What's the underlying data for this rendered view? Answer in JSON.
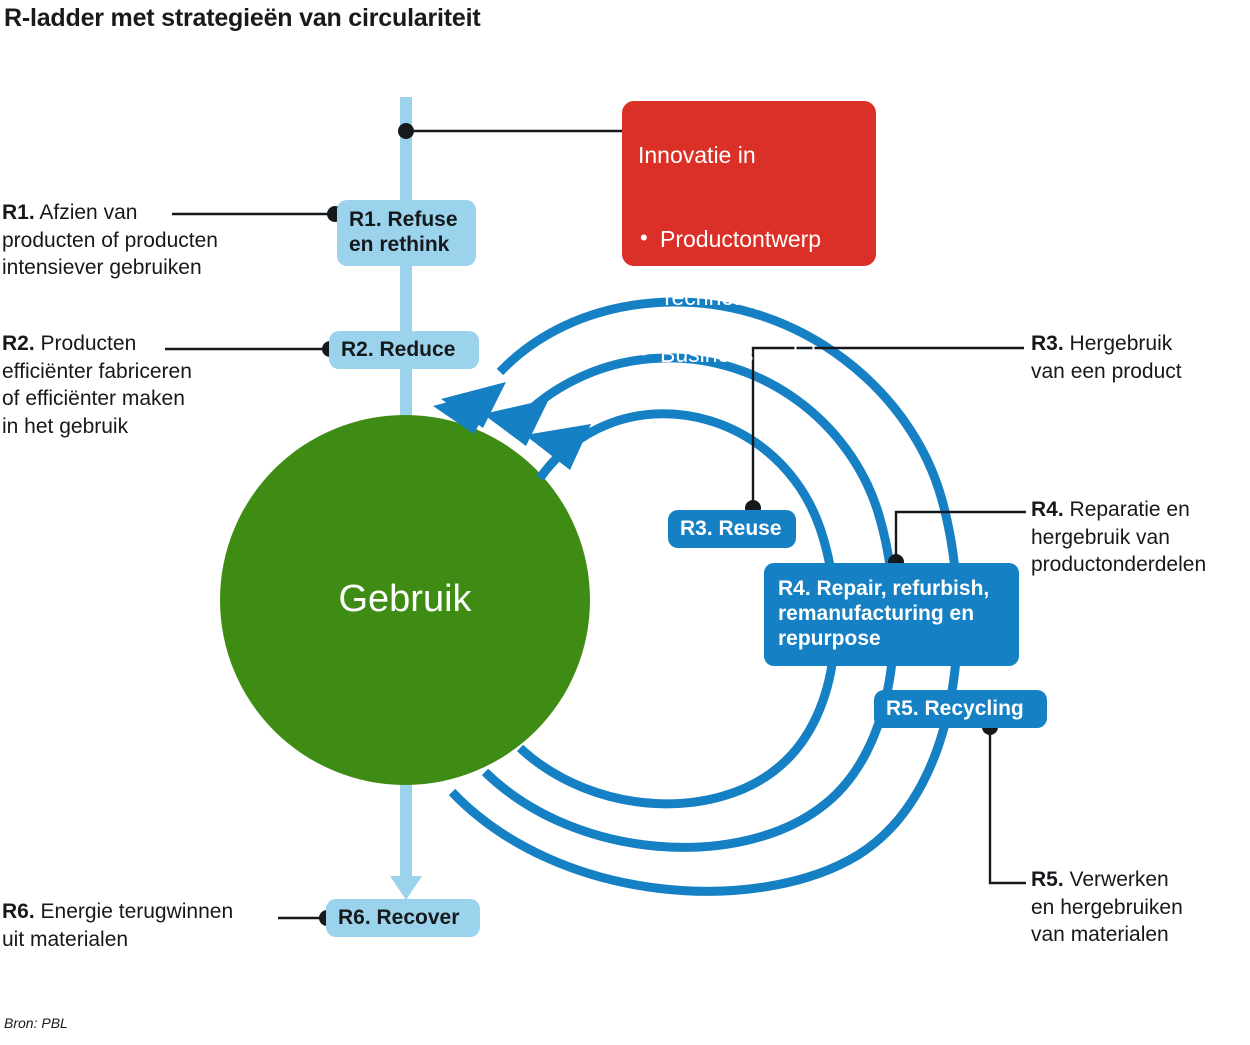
{
  "title": "R-ladder met strategieën van circulariteit",
  "source": "Bron: PBL",
  "colors": {
    "light_blue": "#9BD3EC",
    "dark_blue": "#1680C4",
    "green": "#3E8C14",
    "red": "#DB3027",
    "black": "#16191c"
  },
  "center": {
    "label": "Gebruik"
  },
  "innovation_box": {
    "heading": "Innovatie in",
    "items": [
      "Productontwerp",
      "Technologie",
      "Businessmodel"
    ]
  },
  "ladder": [
    {
      "id": "r1",
      "label": "R1. Refuse\nen rethink",
      "style": "light"
    },
    {
      "id": "r2",
      "label": "R2. Reduce",
      "style": "light"
    },
    {
      "id": "r3",
      "label": "R3. Reuse",
      "style": "dark"
    },
    {
      "id": "r4",
      "label": "R4. Repair, refurbish,\nremanufacturing en\nrepurpose",
      "style": "dark"
    },
    {
      "id": "r5",
      "label": "R5. Recycling",
      "style": "dark"
    },
    {
      "id": "r6",
      "label": "R6. Recover",
      "style": "light"
    }
  ],
  "annotations": {
    "r1": {
      "code": "R1.",
      "text": " Afzien van\nproducten of producten\nintensiever gebruiken"
    },
    "r2": {
      "code": "R2.",
      "text": " Producten\nefficiënter fabriceren\nof efficiënter maken\nin het gebruik"
    },
    "r3": {
      "code": "R3.",
      "text": " Hergebruik\nvan een product"
    },
    "r4": {
      "code": "R4.",
      "text": " Reparatie en\nhergebruik van\nproductonderdelen"
    },
    "r5": {
      "code": "R5.",
      "text": " Verwerken\nen hergebruiken\nvan materialen"
    },
    "r6": {
      "code": "R6.",
      "text": " Energie terugwinnen\nuit materialen"
    }
  }
}
